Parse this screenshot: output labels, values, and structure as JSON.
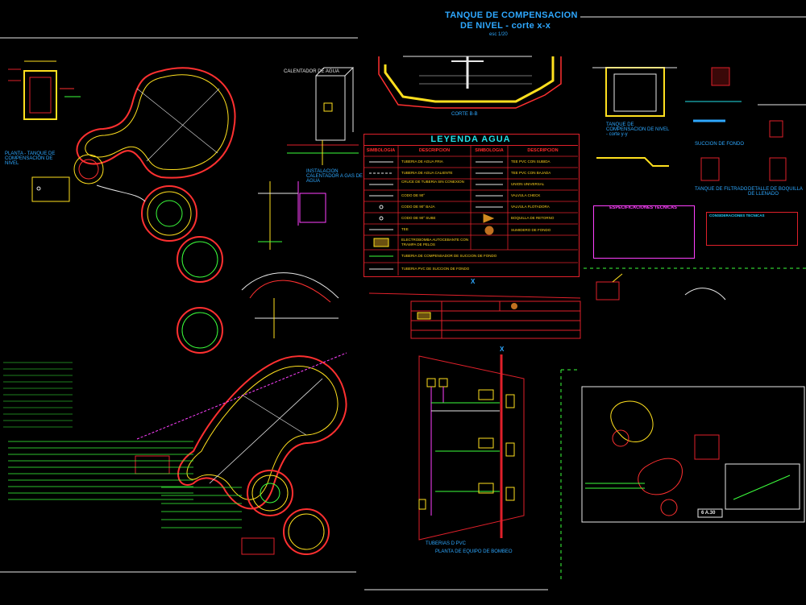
{
  "title": {
    "line1": "TANQUE DE COMPENSACION",
    "line2": "DE NIVEL - corte x-x",
    "scale": "esc 1/20"
  },
  "sections": {
    "corte": "CORTE B-B",
    "planta_tanque": "PLANTA - TANQUE DE COMPENSACION DE NIVEL",
    "calentador": "CALENTADOR DE AGUA",
    "instalacion": "INSTALACION CALENTADOR A GAS DE AGUA",
    "tanque_nivel": "TANQUE DE COMPENSACION DE NIVEL - corte y-y",
    "succion_fondo": "SUCCION DE FONDO",
    "tanque_filtrado": "TANQUE DE FILTRADO",
    "detalle_boquilla": "DETALLE DE BOQUILLA DE LLENADO",
    "planta_bombeo": "PLANTA DE EQUIPO DE BOMBEO",
    "tuberias": "TUBERIAS D PVC"
  },
  "legend": {
    "title": "LEYENDA AGUA",
    "headers": [
      "SIMBOLOGIA",
      "DESCRIPCION",
      "SIMBOLOGIA",
      "DESCRIPCION"
    ],
    "left_items": [
      "TUBERIA DE AGUA FRIA",
      "TUBERIA DE AGUA CALIENTE",
      "CRUCE DE TUBERIA SIN CONEXION",
      "CODO DE 90°",
      "CODO DE 90° BAJA",
      "CODO DE 90° SUBE",
      "TEE",
      "ELECTROBOMBA AUTOCEBANTE CON TRAMPA DE PELOS"
    ],
    "right_items": [
      "TEE PVC CON SUBIDA",
      "TEE PVC CON BAJADA",
      "UNION UNIVERSAL",
      "VALVULA CHECK",
      "VALVULA FLOTADORA",
      "BOQUILLA DE RETORNO",
      "SUMIDERO DE FONDO"
    ],
    "bottom_items": [
      "TUBERIA DE COMPENSADOR DE SUCCION DE FONDO",
      "TUBERIA PVC DE SUCCION DE FONDO"
    ]
  },
  "spec": {
    "title": "ESPECIFICACIONES TECNICAS"
  },
  "notes": {
    "title": "CONSIDERACIONES TECNICAS"
  },
  "markers": {
    "x": "X",
    "sheet": "6 A.30"
  },
  "colors": {
    "background": "#000000",
    "cyan": "#22e0e8",
    "red": "#e0202a",
    "yellow": "#ffe01e",
    "green": "#3cff3c",
    "magenta": "#ff40ff",
    "blue": "#2ea8ff",
    "white": "#e8e8e8"
  }
}
